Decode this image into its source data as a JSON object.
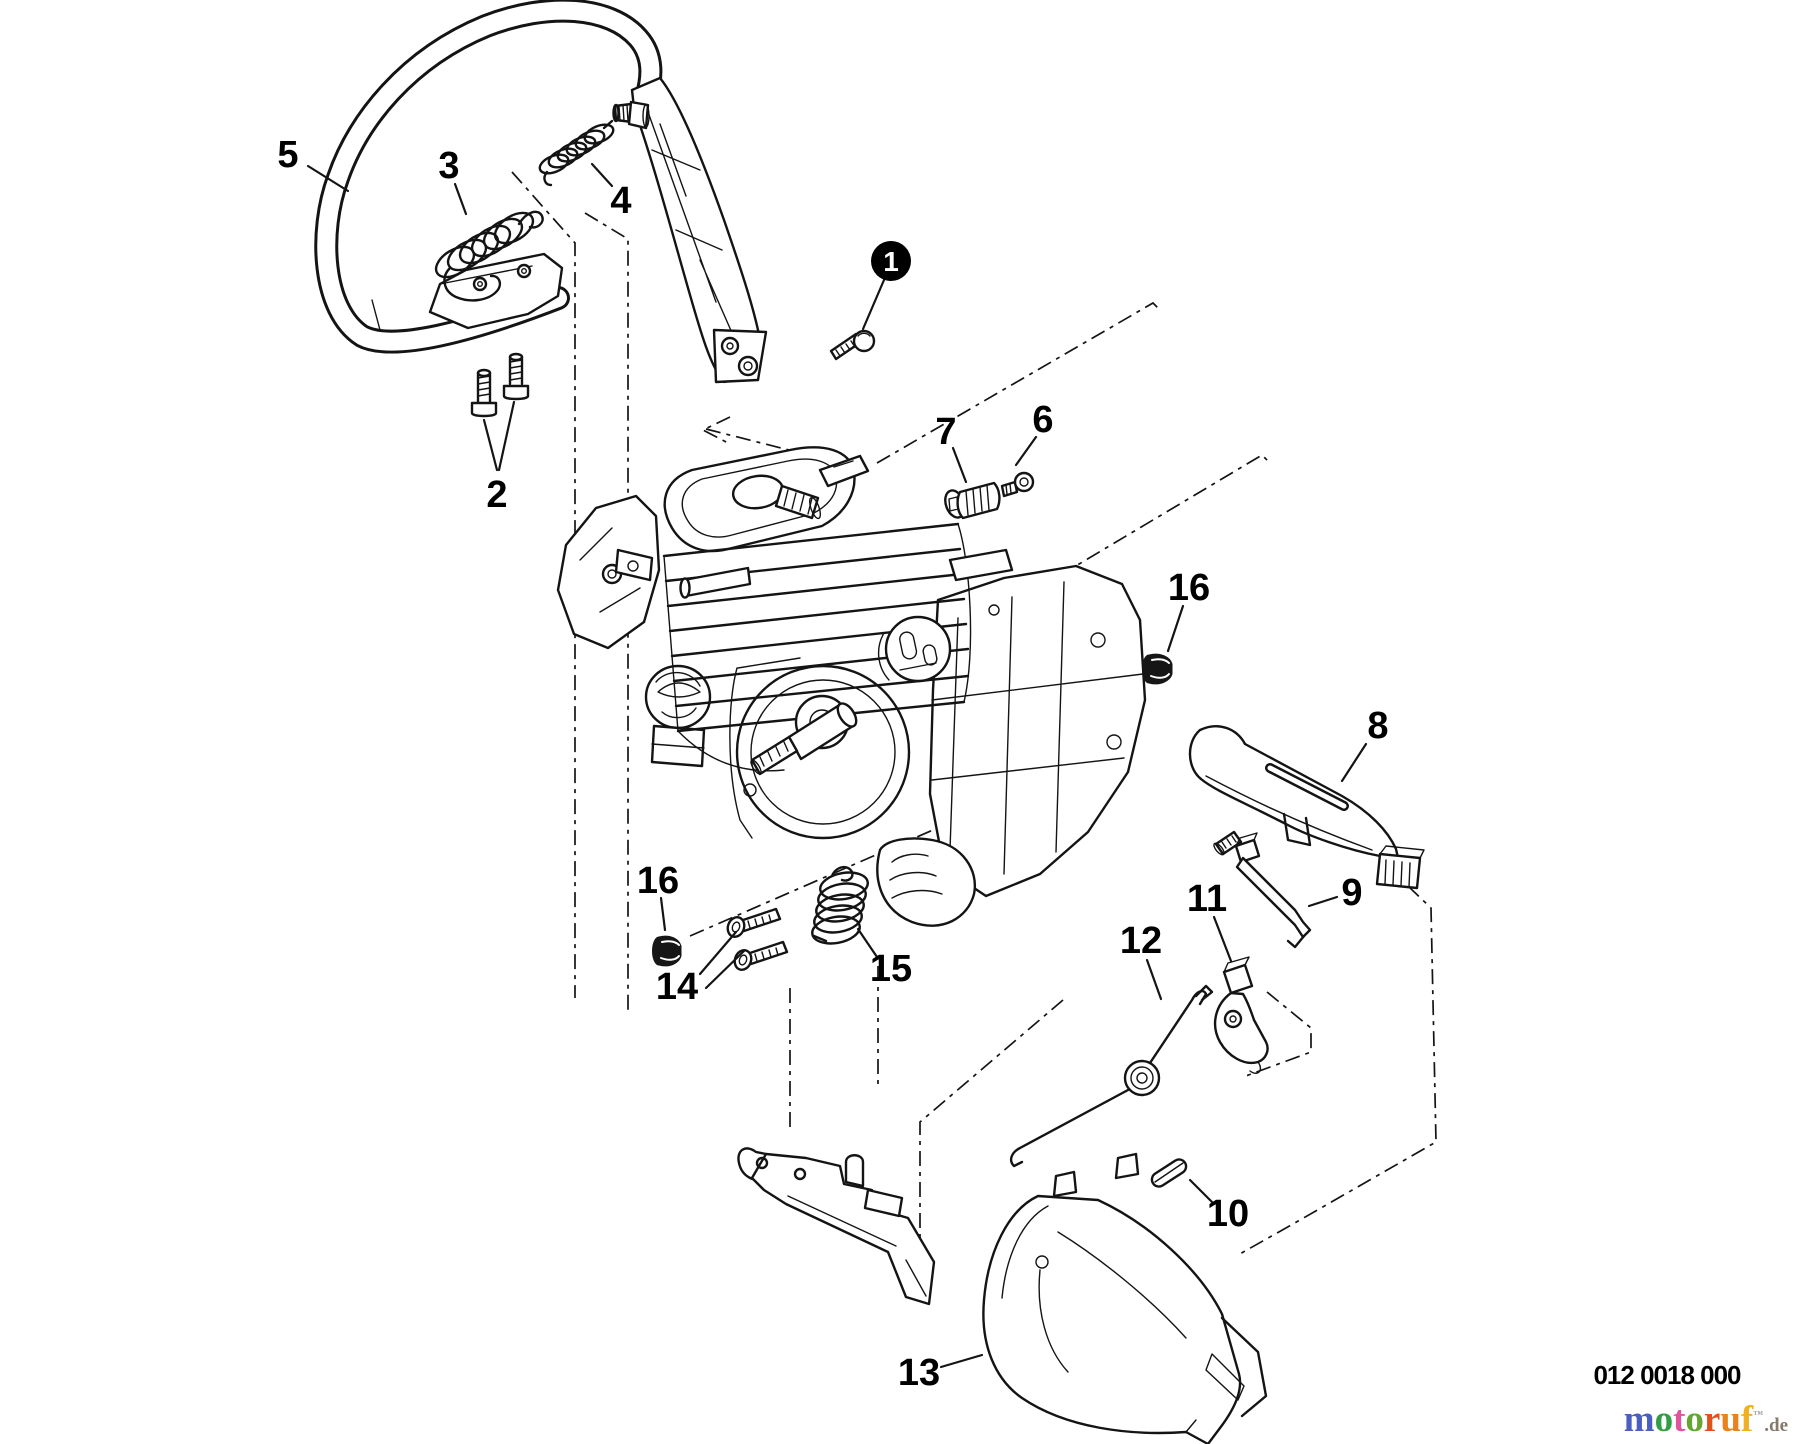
{
  "figure": {
    "drawing_number": "012 0018 000",
    "background": "#ffffff",
    "line_color": "#141414"
  },
  "callouts": [
    {
      "label": "1",
      "style": "filled-circle"
    },
    {
      "label": "2"
    },
    {
      "label": "3"
    },
    {
      "label": "4"
    },
    {
      "label": "5"
    },
    {
      "label": "6"
    },
    {
      "label": "7"
    },
    {
      "label": "8"
    },
    {
      "label": "9"
    },
    {
      "label": "10"
    },
    {
      "label": "11"
    },
    {
      "label": "12"
    },
    {
      "label": "13"
    },
    {
      "label": "14"
    },
    {
      "label": "15"
    },
    {
      "label": "16"
    },
    {
      "label": "16"
    }
  ],
  "logo": {
    "letters": [
      {
        "ch": "m",
        "color": "#4a5fc1"
      },
      {
        "ch": "o",
        "color": "#2f9e44"
      },
      {
        "ch": "t",
        "color": "#e0549e"
      },
      {
        "ch": "o",
        "color": "#66a532"
      },
      {
        "ch": "r",
        "color": "#e2511c"
      },
      {
        "ch": "u",
        "color": "#e8821a"
      },
      {
        "ch": "f",
        "color": "#f0b01f"
      }
    ],
    "trademark": "™",
    "suffix": ".de",
    "suffix_color": "#85796c"
  }
}
